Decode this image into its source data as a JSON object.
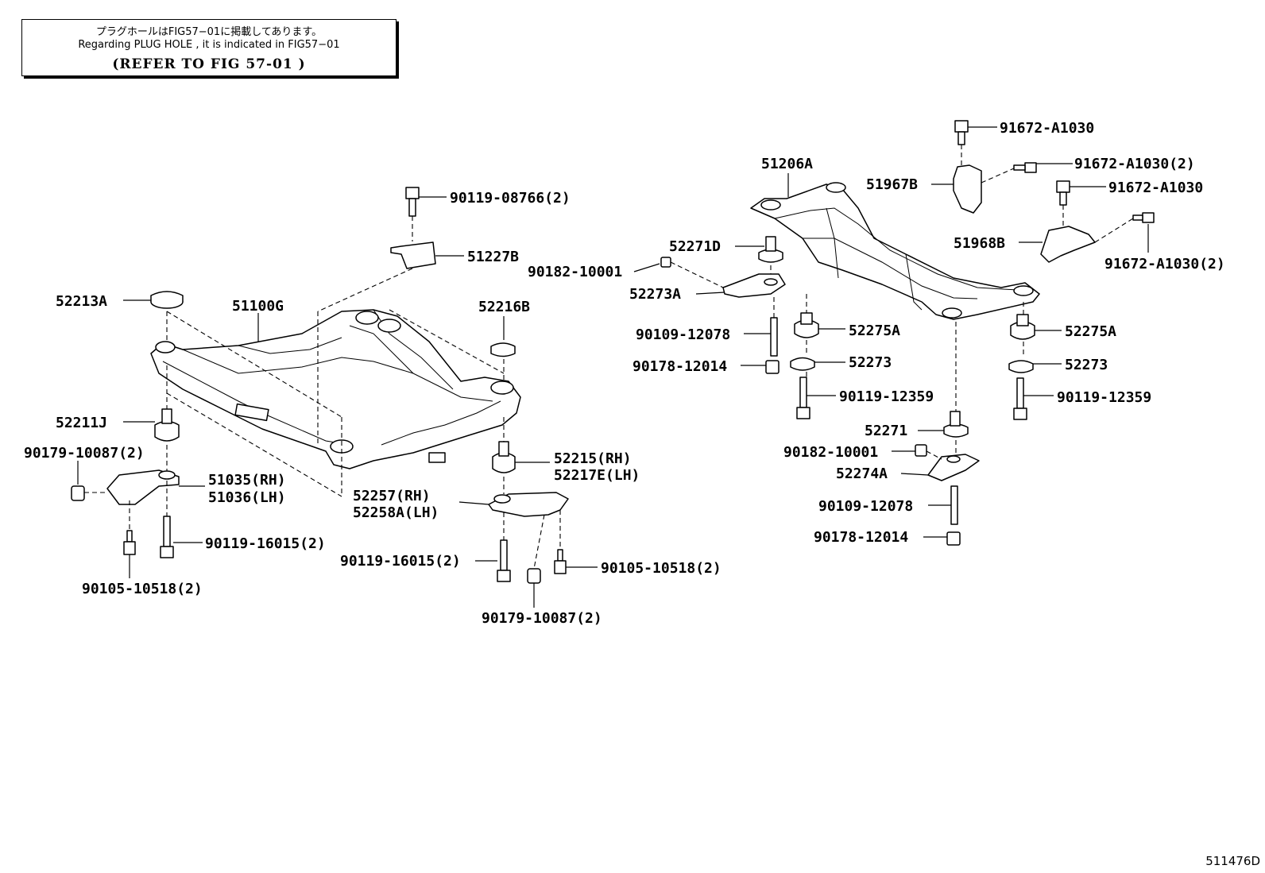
{
  "note": {
    "jp": "プラグホールはFIG57−01に掲載してあります。",
    "en": "Regarding PLUG HOLE , it is indicated in FIG57−01",
    "ref": "(REFER TO FIG   57-01  )"
  },
  "figure_id": "511476D",
  "labels": {
    "p_90119_08766": "90119-08766(2)",
    "p_51227B": "51227B",
    "p_52213A": "52213A",
    "p_51100G": "51100G",
    "p_52216B": "52216B",
    "p_52211J": "52211J",
    "p_90179_10087_l": "90179-10087(2)",
    "p_51035": "51035(RH)",
    "p_51036": "51036(LH)",
    "p_52215": "52215(RH)",
    "p_52217E": "52217E(LH)",
    "p_52257": "52257(RH)",
    "p_52258A": "52258A(LH)",
    "p_90119_16015_l": "90119-16015(2)",
    "p_90105_10518_l": "90105-10518(2)",
    "p_90119_16015_c": "90119-16015(2)",
    "p_90105_10518_c": "90105-10518(2)",
    "p_90179_10087_c": "90179-10087(2)",
    "p_91672_A1030_1": "91672-A1030",
    "p_51206A": "51206A",
    "p_51967B": "51967B",
    "p_91672_A1030_2": "91672-A1030(2)",
    "p_91672_A1030_3": "91672-A1030",
    "p_51968B": "51968B",
    "p_91672_A1030_4": "91672-A1030(2)",
    "p_52271D": "52271D",
    "p_90182_10001_1": "90182-10001",
    "p_52273A": "52273A",
    "p_90109_12078_1": "90109-12078",
    "p_90178_12014_1": "90178-12014",
    "p_52275A_1": "52275A",
    "p_52273_1": "52273",
    "p_90119_12359_1": "90119-12359",
    "p_52275A_2": "52275A",
    "p_52273_2": "52273",
    "p_90119_12359_2": "90119-12359",
    "p_52271": "52271",
    "p_90182_10001_2": "90182-10001",
    "p_52274A": "52274A",
    "p_90109_12078_2": "90109-12078",
    "p_90178_12014_2": "90178-12014"
  }
}
